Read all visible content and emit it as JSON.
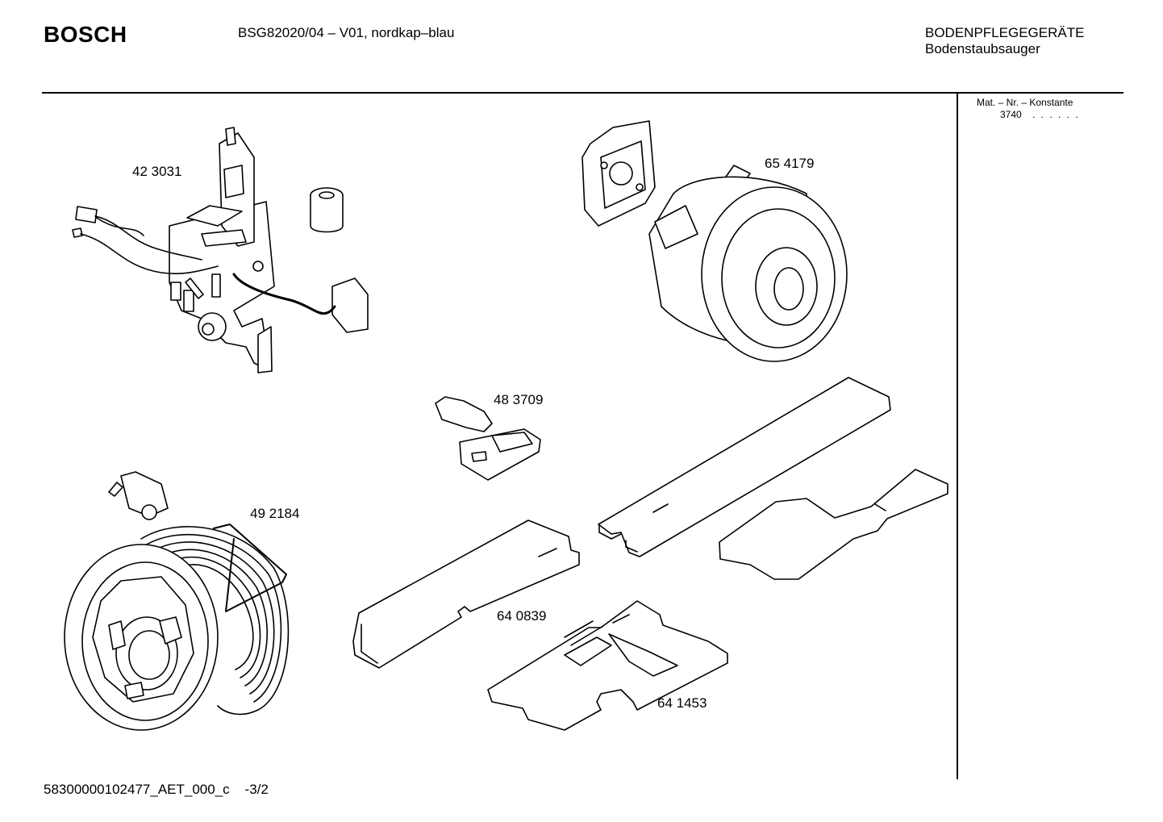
{
  "header": {
    "brand": "BOSCH",
    "model_line": "BSG82020/04  – V01, nordkap–blau",
    "category_line1": "BODENPFLEGEGERÄTE",
    "category_line2": "Bodenstaubsauger"
  },
  "sidebar": {
    "mat_label": "Mat. – Nr. – Konstante",
    "mat_value": "3740",
    "mat_dots": ". .  . . . ."
  },
  "parts": [
    {
      "number": "42 3031",
      "icon": "switch-board-assembly-icon"
    },
    {
      "number": "65 4179",
      "icon": "motor-icon"
    },
    {
      "number": "48 3709",
      "icon": "clip-holder-icon"
    },
    {
      "number": "49 2184",
      "icon": "cable-reel-icon"
    },
    {
      "number": "64 0839",
      "icon": "filter-pad-icon"
    },
    {
      "number": "64 1453",
      "icon": "filter-pad-icon"
    }
  ],
  "footer": {
    "document_id": "58300000102477_AET_000_c    -3/2"
  }
}
